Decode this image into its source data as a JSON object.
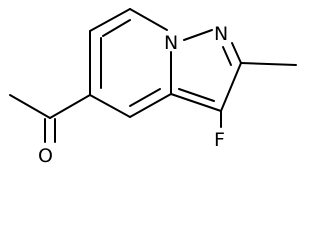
{
  "molecule": {
    "atoms": {
      "nitrogen_bridge": "N",
      "nitrogen_ring": "N",
      "fluorine": "F",
      "oxygen": "O"
    },
    "colors": {
      "bond": "#000000",
      "label": "#000000",
      "background": "#ffffff"
    }
  }
}
